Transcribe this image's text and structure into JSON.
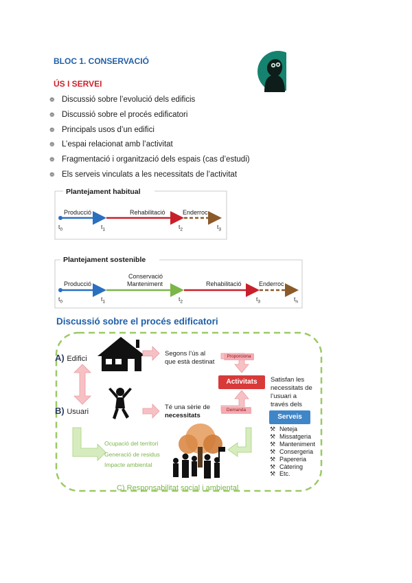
{
  "header": {
    "bloc": "BLOC 1. CONSERVACIÓ",
    "section": "ÚS I SERVEI"
  },
  "topics": [
    "Discussió sobre l’evolució dels edificis",
    "Discussió sobre el procés edificatori",
    "Principals usos d’un edifici",
    "L’espai relacionat amb l’activitat",
    "Fragmentació i organització dels espais (cas d’estudi)",
    "Els serveis vinculats a les necessitats de l’activitat"
  ],
  "timeline_habitual": {
    "title": "Plantejament habitual",
    "phases": [
      "Producció",
      "Rehabilitació",
      "Enderroc"
    ],
    "ticks": [
      "t0",
      "t1",
      "t2",
      "t3"
    ]
  },
  "timeline_sostenible": {
    "title": "Plantejament sostenible",
    "phases": [
      "Producció",
      "Conservació",
      "Manteniment",
      "Rehabilitació",
      "Enderroc"
    ],
    "ticks": [
      "t0",
      "t1",
      "t2",
      "t3",
      "tn"
    ]
  },
  "diagram": {
    "title": "Discussió sobre el procés edificatori",
    "a_label": "A)",
    "a_text": "Edifici",
    "b_label": "B)",
    "b_text": "Usuari",
    "c_label": "C)",
    "c_text": "Responsabilitat social i ambiental",
    "edifici_desc_1": "Segons l’ús al",
    "edifici_desc_2": "que està destinat",
    "usuari_desc_1": "Té una sèrie de",
    "usuari_desc_2": "necessitats",
    "proporciona": "Proporciona",
    "demanda": "Demanda",
    "activitats": "Activitats",
    "satisfan_1": "Satisfan les",
    "satisfan_2": "necessitats de",
    "satisfan_3": "l’usuari a",
    "satisfan_4": "través dels",
    "serveis": "Serveis",
    "serveis_list": [
      "Neteja",
      "Missatgeria",
      "Manteniment",
      "Consergeria",
      "Papereria",
      "Càtering",
      "Etc."
    ],
    "impacts": [
      "Ocupació del territori",
      "Generació de residus",
      "Impacte ambiental"
    ],
    "colors": {
      "blue": "#1f5fa8",
      "red": "#d0202a",
      "green": "#7ab648",
      "pink": "#f4aab0"
    }
  }
}
